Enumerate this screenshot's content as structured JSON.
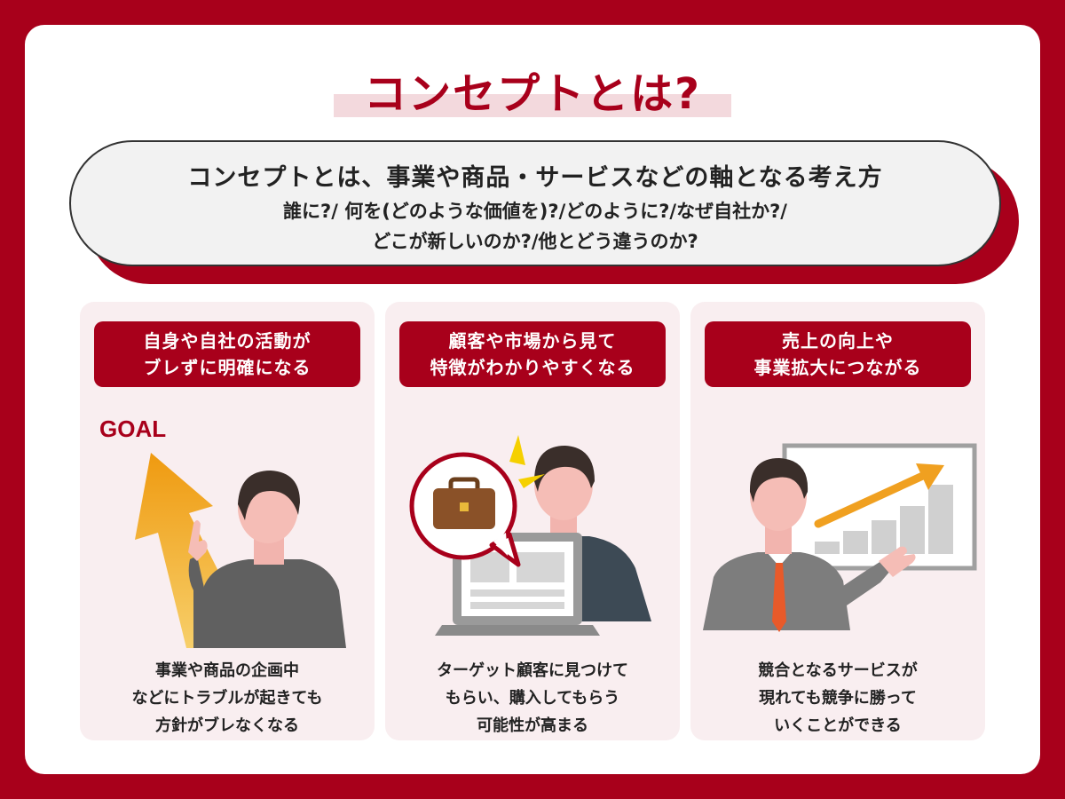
{
  "title": "コンセプトとは?",
  "definition": {
    "main": "コンセプトとは、事業や商品・サービスなどの軸となる考え方",
    "questions_line1": "誰に?/ 何を(どのような価値を)?/どのように?/なぜ自社か?/",
    "questions_line2": "どこが新しいのか?/他とどう違うのか?"
  },
  "panels": [
    {
      "head_line1": "自身や自社の活動が",
      "head_line2": "ブレずに明確になる",
      "illustration_label": "GOAL",
      "text_line1": "事業や商品の企画中",
      "text_line2": "などにトラブルが起きても",
      "text_line3": "方針がブレなくなる"
    },
    {
      "head_line1": "顧客や市場から見て",
      "head_line2": "特徴がわかりやすくなる",
      "text_line1": "ターゲット顧客に見つけて",
      "text_line2": "もらい、購入してもらう",
      "text_line3": "可能性が高まる"
    },
    {
      "head_line1": "売上の向上や",
      "head_line2": "事業拡大につながる",
      "text_line1": "競合となるサービスが",
      "text_line2": "現れても競争に勝って",
      "text_line3": "いくことができる"
    }
  ],
  "colors": {
    "brand_red": "#a8001b",
    "panel_bg": "#f9eef0",
    "arrow_orange": "#f0a020"
  }
}
